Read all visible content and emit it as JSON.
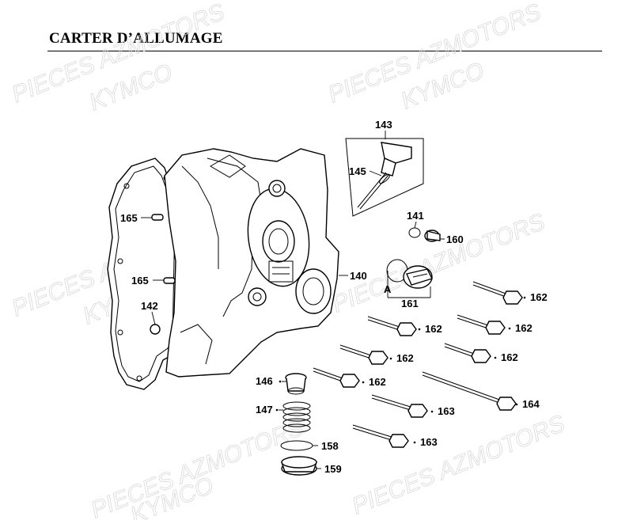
{
  "title": "CARTER D’ALLUMAGE",
  "watermarks": {
    "line1": "PIECES AZMOTORS",
    "line2": "KYMCO"
  },
  "callouts": {
    "c143": "143",
    "c145": "145",
    "c141": "141",
    "c160": "160",
    "c165a": "165",
    "c165b": "165",
    "c140": "140",
    "c142": "142",
    "c161": "161",
    "cA": "A",
    "c162a": "162",
    "c162b": "162",
    "c162c": "162",
    "c162d": "162",
    "c162e": "162",
    "c162f": "162",
    "c146": "146",
    "c147": "147",
    "c163a": "163",
    "c163b": "163",
    "c164": "164",
    "c158": "158",
    "c159": "159"
  }
}
